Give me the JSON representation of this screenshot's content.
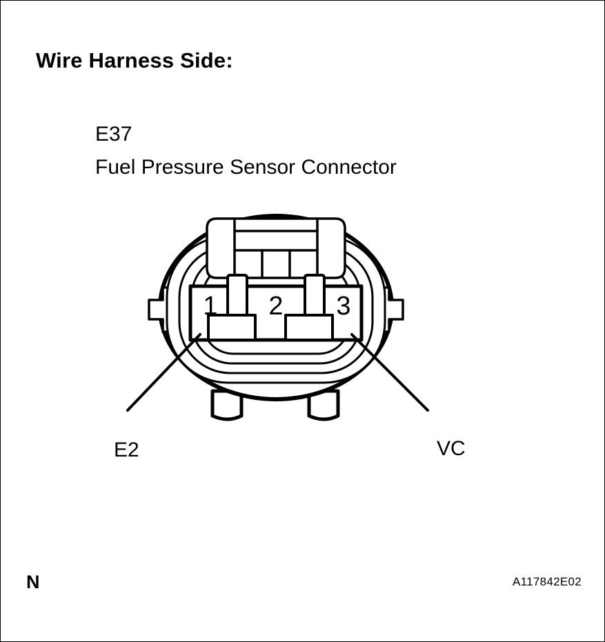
{
  "document": {
    "heading": "Wire Harness Side:",
    "sheet_mark": "N",
    "figure_code": "A117842E02",
    "background_color": "#ffffff",
    "line_color": "#000000"
  },
  "connector": {
    "id": "E37",
    "name": "Fuel Pressure Sensor Connector",
    "view": "wire-harness-side",
    "shape": "oval-3-pin",
    "terminal_count": 3,
    "terminals": [
      {
        "number": "1",
        "signal": "E2"
      },
      {
        "number": "2",
        "signal": ""
      },
      {
        "number": "3",
        "signal": "VC"
      }
    ]
  },
  "callouts": [
    {
      "label": "E2",
      "terminal": "1",
      "side": "left"
    },
    {
      "label": "VC",
      "terminal": "3",
      "side": "right"
    }
  ],
  "pin_labels": {
    "one": "1",
    "two": "2",
    "three": "3"
  }
}
